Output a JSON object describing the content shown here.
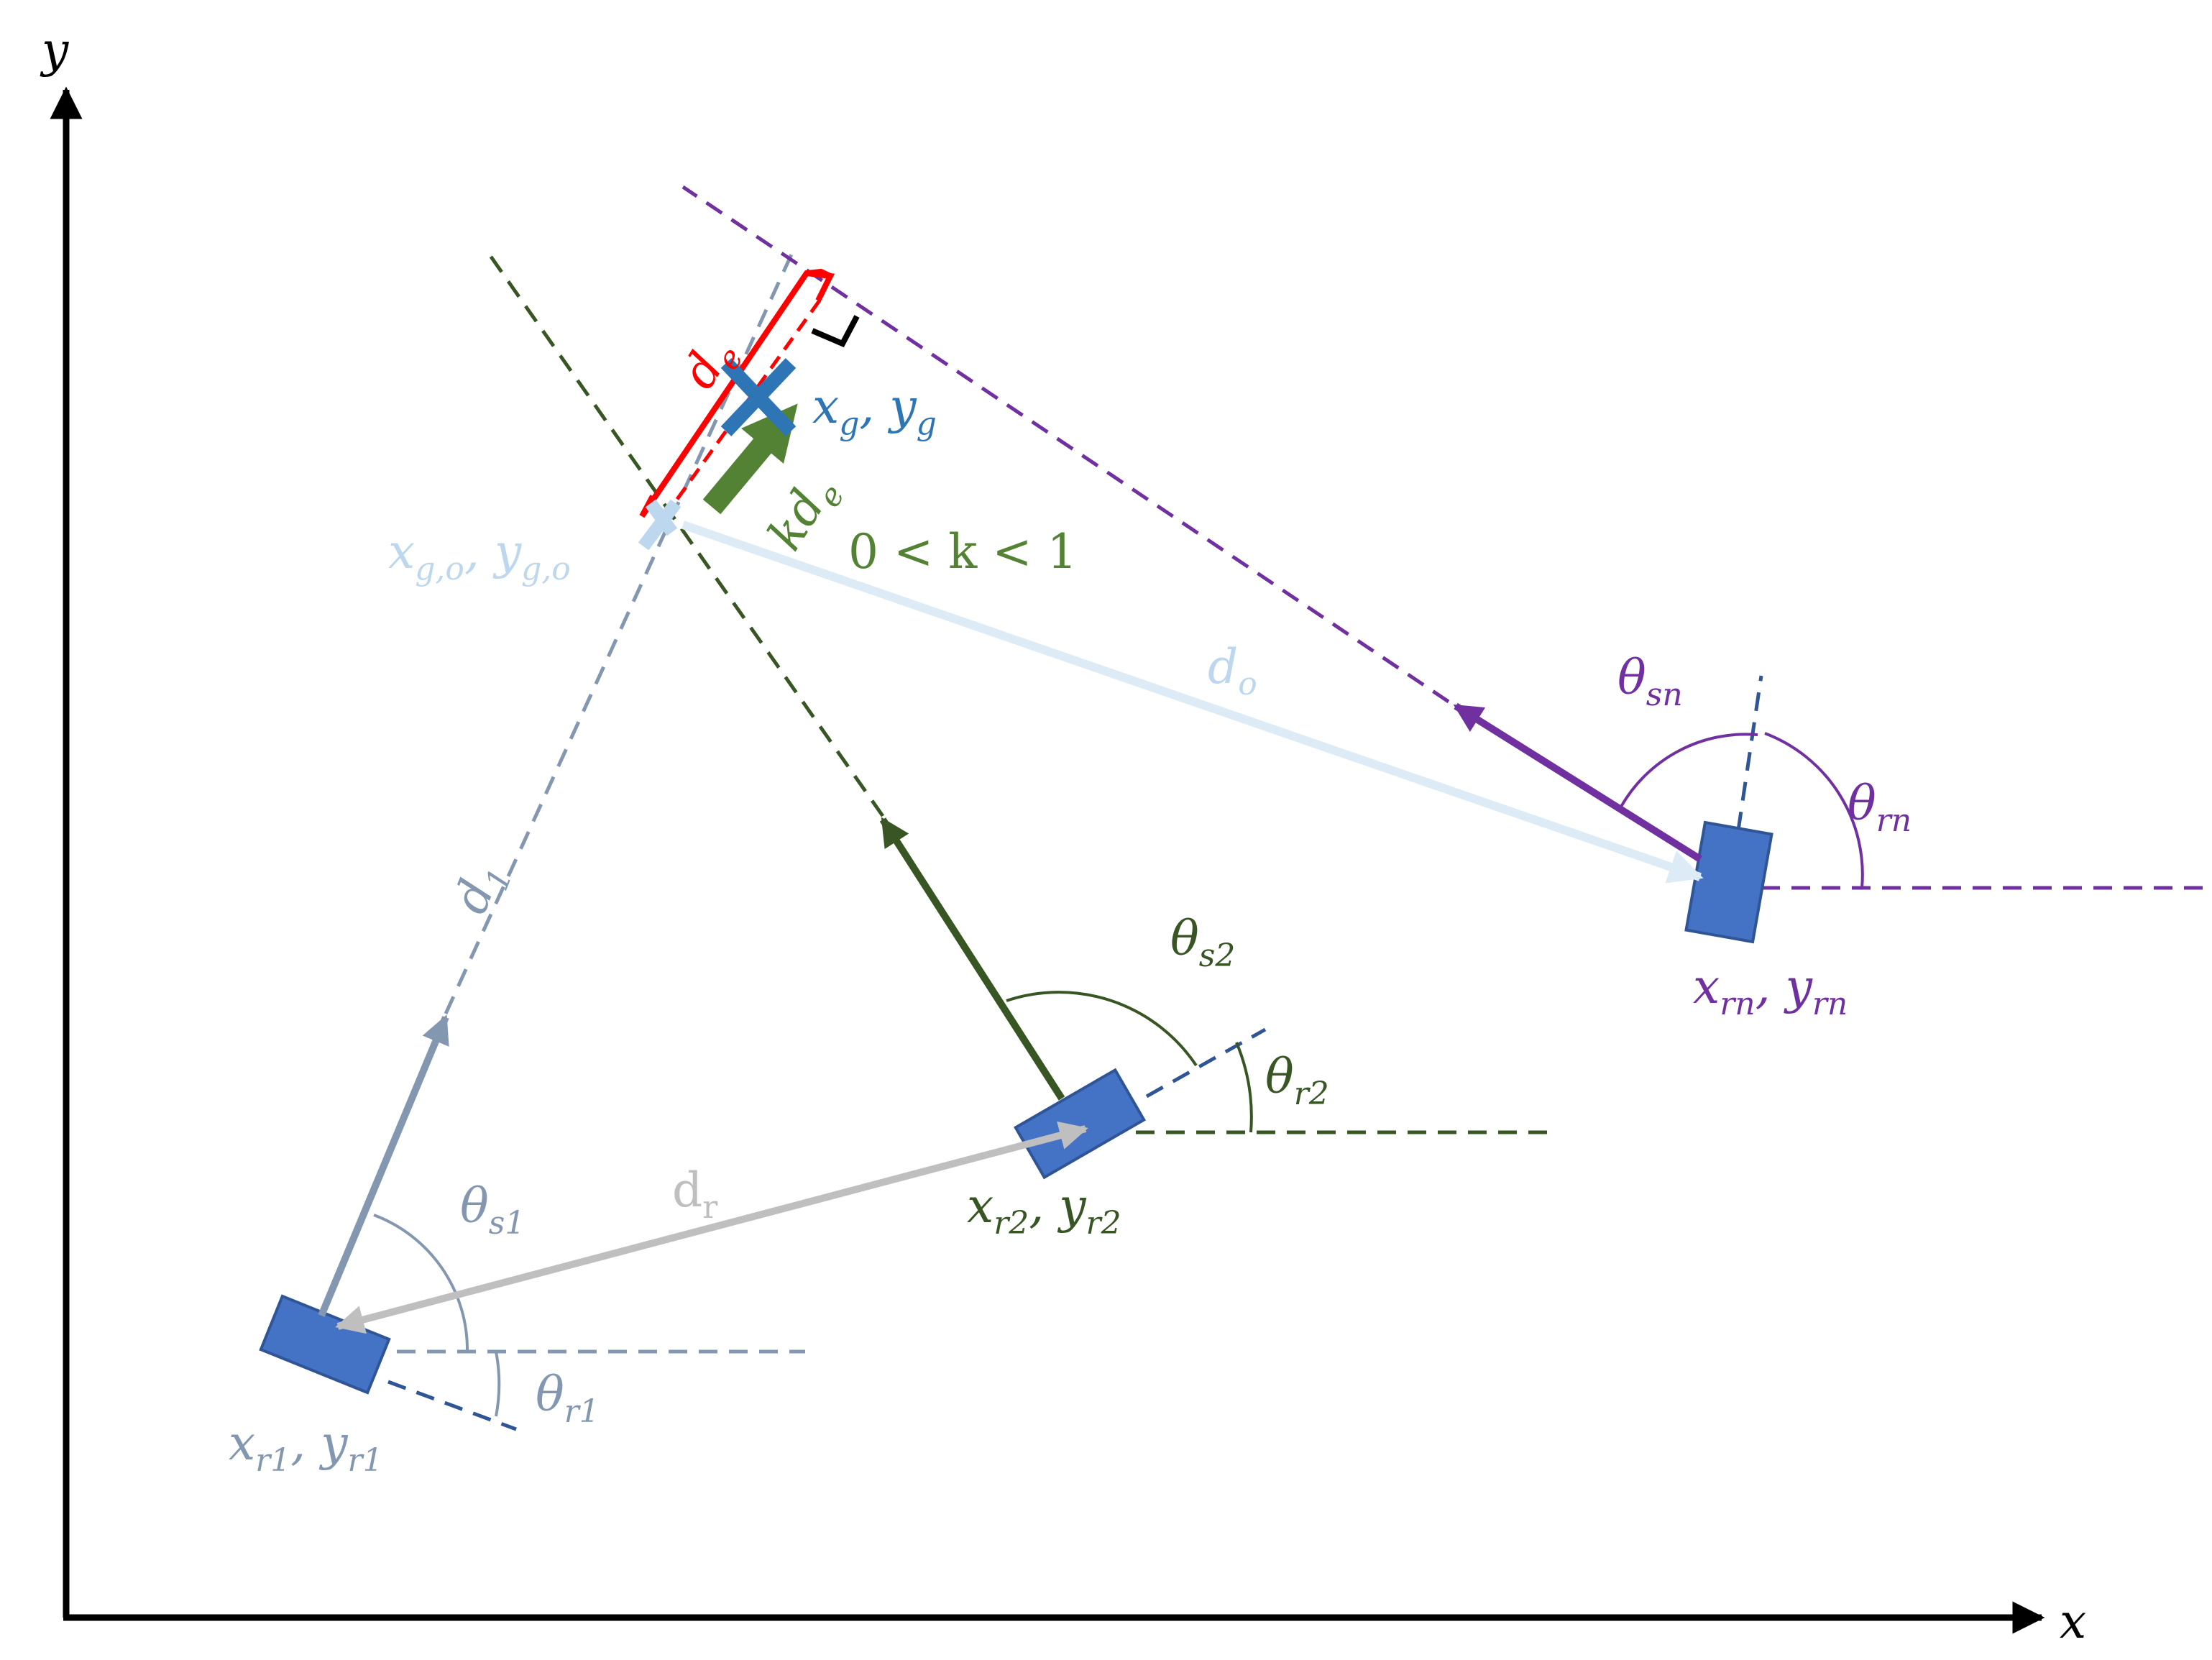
{
  "labels": {
    "y_axis": "y",
    "x_axis": "x",
    "robot1": {
      "var": "x",
      "sub": "r1",
      "sep": ", ",
      "var2": "y",
      "sub2": "r1"
    },
    "robot2": {
      "var": "x",
      "sub": "r2",
      "sep": ", ",
      "var2": "y",
      "sub2": "r2"
    },
    "robotn": {
      "var": "x",
      "sub": "rn",
      "sep": ", ",
      "var2": "y",
      "sub2": "rn"
    },
    "goal": {
      "var": "x",
      "sub": "g",
      "sep": ", ",
      "var2": "y",
      "sub2": "g"
    },
    "goal_original": {
      "var": "x",
      "sub": "g,o",
      "sep": ", ",
      "var2": "y",
      "sub2": "g,o"
    },
    "theta_s1": {
      "var": "θ",
      "sub": "s1"
    },
    "theta_r1": {
      "var": "θ",
      "sub": "r1"
    },
    "theta_s2": {
      "var": "θ",
      "sub": "s2"
    },
    "theta_r2": {
      "var": "θ",
      "sub": "r2"
    },
    "theta_sn": {
      "var": "θ",
      "sub": "sn"
    },
    "theta_rn": {
      "var": "θ",
      "sub": "rn"
    },
    "d1": {
      "var": "d",
      "sub": "1"
    },
    "dr": {
      "var": "d",
      "sub": "r"
    },
    "do": {
      "var": "d",
      "sub": "o"
    },
    "de": {
      "var": "d",
      "sub": "e"
    },
    "kde": {
      "var": "kd",
      "sub": "e"
    },
    "k_range": "0 < k < 1"
  },
  "colors": {
    "axis": "#000000",
    "robot_body": "#4472c4",
    "robot1": "#8497b0",
    "robot1_dash": "#2f5597",
    "robot2": "#375623",
    "robot2_text": "#548235",
    "robotn": "#7030a0",
    "goal": "#2e75b6",
    "goal_original": "#bdd7ee",
    "d_r": "#bfbfbf",
    "d_e": "#ff0000",
    "kd_e": "#548235",
    "d_o": "#ddebf7"
  }
}
